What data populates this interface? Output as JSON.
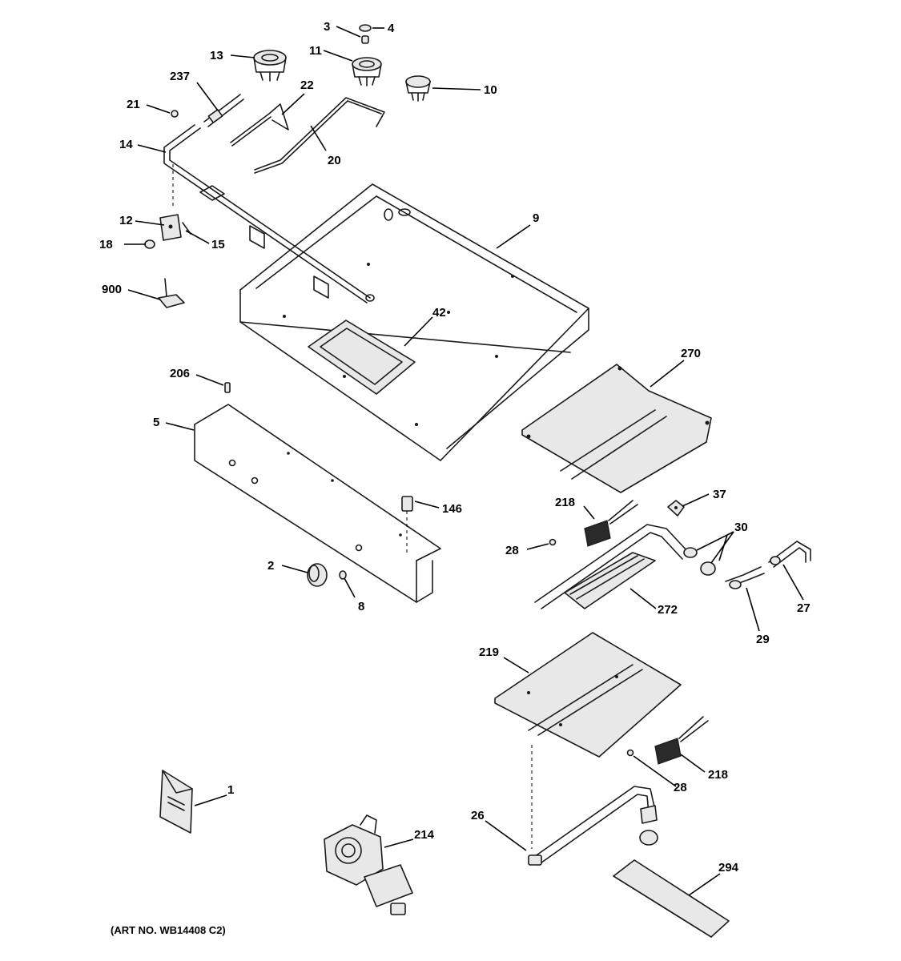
{
  "art_number": "(ART NO. WB14408 C2)",
  "callouts": {
    "c1": "1",
    "c2": "2",
    "c3": "3",
    "c4": "4",
    "c5": "5",
    "c8": "8",
    "c9": "9",
    "c10": "10",
    "c11": "11",
    "c12": "12",
    "c13": "13",
    "c14": "14",
    "c15": "15",
    "c18": "18",
    "c20": "20",
    "c21": "21",
    "c22": "22",
    "c26": "26",
    "c27": "27",
    "c28a": "28",
    "c28b": "28",
    "c29": "29",
    "c30": "30",
    "c37": "37",
    "c42": "42",
    "c146": "146",
    "c206": "206",
    "c214": "214",
    "c218a": "218",
    "c218b": "218",
    "c219": "219",
    "c237": "237",
    "c270": "270",
    "c272": "272",
    "c294": "294",
    "c900": "900"
  }
}
